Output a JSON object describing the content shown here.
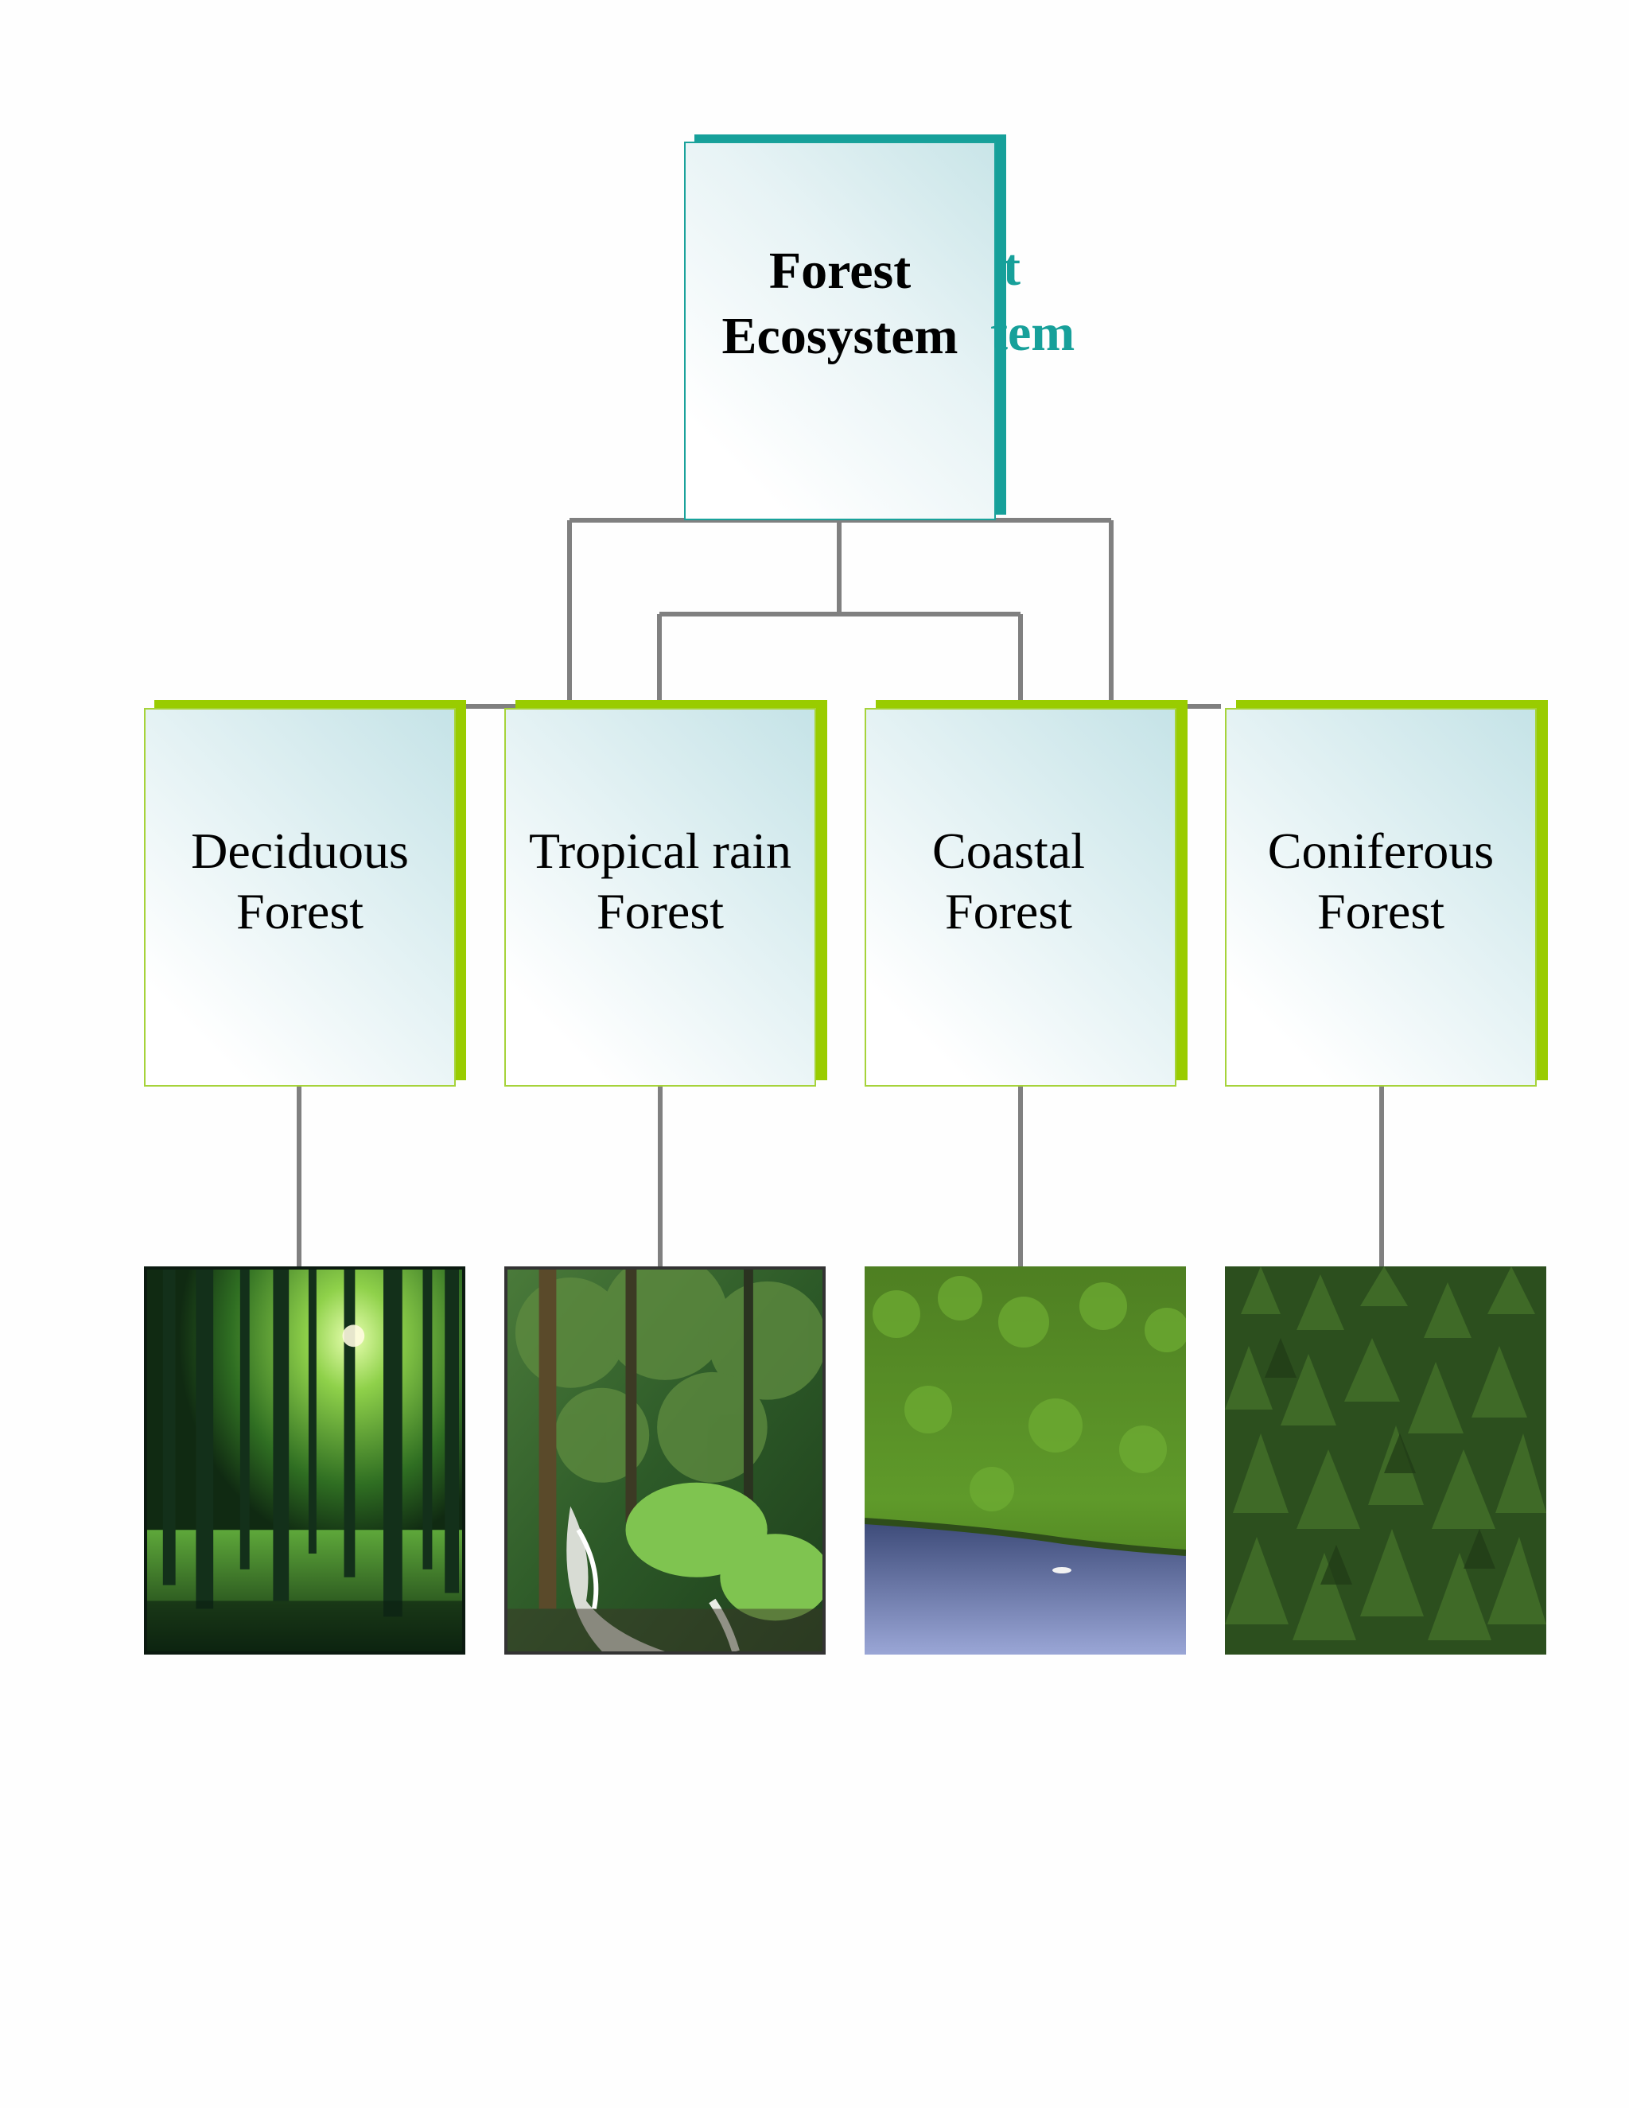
{
  "root": {
    "title_line1": "Forest",
    "title_line2": "Ecosystem",
    "ghost_line1": "t",
    "ghost_line2": "tem"
  },
  "children": [
    {
      "line1": "Deciduous",
      "line2": "Forest",
      "photo": "deciduous-forest-photo"
    },
    {
      "line1": "Tropical rain",
      "line2": "Forest",
      "photo": "tropical-rainforest-photo"
    },
    {
      "line1": "Coastal",
      "line2": "Forest",
      "photo": "coastal-forest-photo"
    },
    {
      "line1": "Coniferous",
      "line2": "Forest",
      "photo": "coniferous-forest-photo"
    }
  ],
  "colors": {
    "root_accent": "#16a09a",
    "child_accent": "#99cc00",
    "connector": "#808080"
  }
}
